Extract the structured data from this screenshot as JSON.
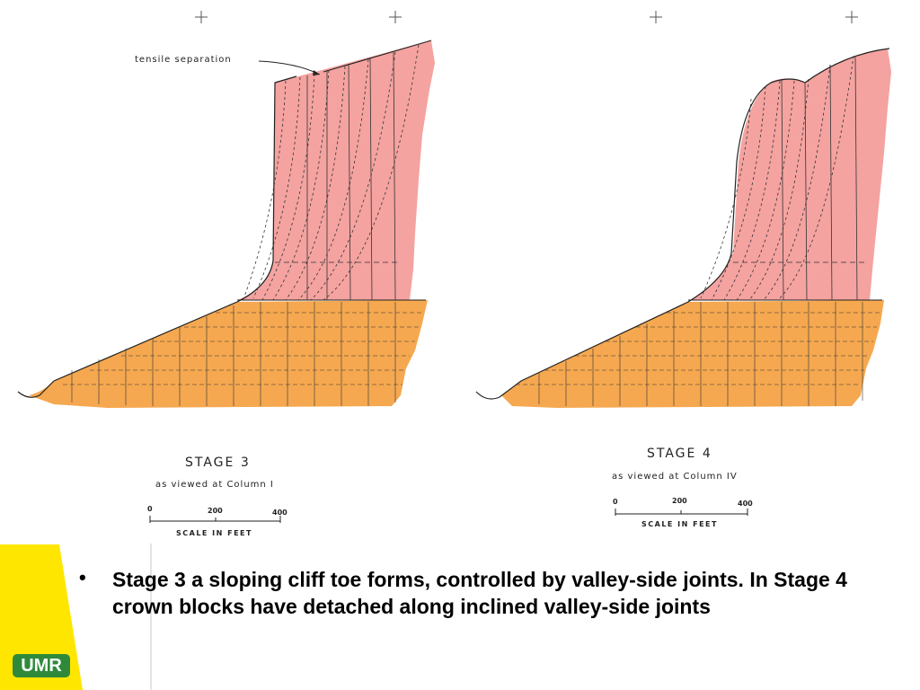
{
  "annotation": "tensile separation",
  "stages": [
    {
      "title": "STAGE 3",
      "subtitle": "as viewed at Column I"
    },
    {
      "title": "STAGE 4",
      "subtitle": "as viewed at Column IV"
    }
  ],
  "scale": {
    "ticks": [
      "0",
      "200",
      "400"
    ],
    "caption": "SCALE IN FEET"
  },
  "bullet": {
    "symbol": "•",
    "text": "Stage 3 a sloping cliff toe forms, controlled by valley-side joints. In Stage 4 crown blocks have detached along inclined valley-side joints"
  },
  "logo": {
    "text": "UMR"
  },
  "colors": {
    "rock_upper": "#f4a3a0",
    "rock_lower": "#f5a850",
    "accent_yellow": "#ffe600",
    "logo_green": "#2e8a3a"
  }
}
